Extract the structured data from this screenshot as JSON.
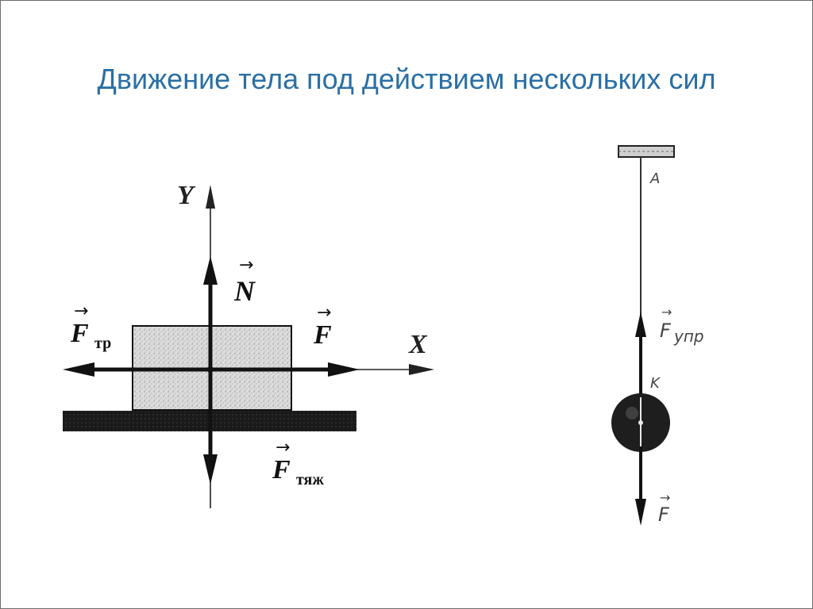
{
  "slide": {
    "title": "Движение тела под действием нескольких сил"
  },
  "block_diagram": {
    "axis_y_label": "Y",
    "axis_x_label": "X",
    "normal_force_label": "N",
    "applied_force_label": "F",
    "friction_force_label": "F",
    "friction_force_subscript": "тр",
    "gravity_force_label": "F",
    "gravity_force_subscript": "тяж"
  },
  "pendulum_diagram": {
    "suspension_point_label": "A",
    "elastic_force_label": "F",
    "elastic_force_subscript": "упр",
    "attachment_point_label": "K",
    "weight_force_label": "F"
  }
}
